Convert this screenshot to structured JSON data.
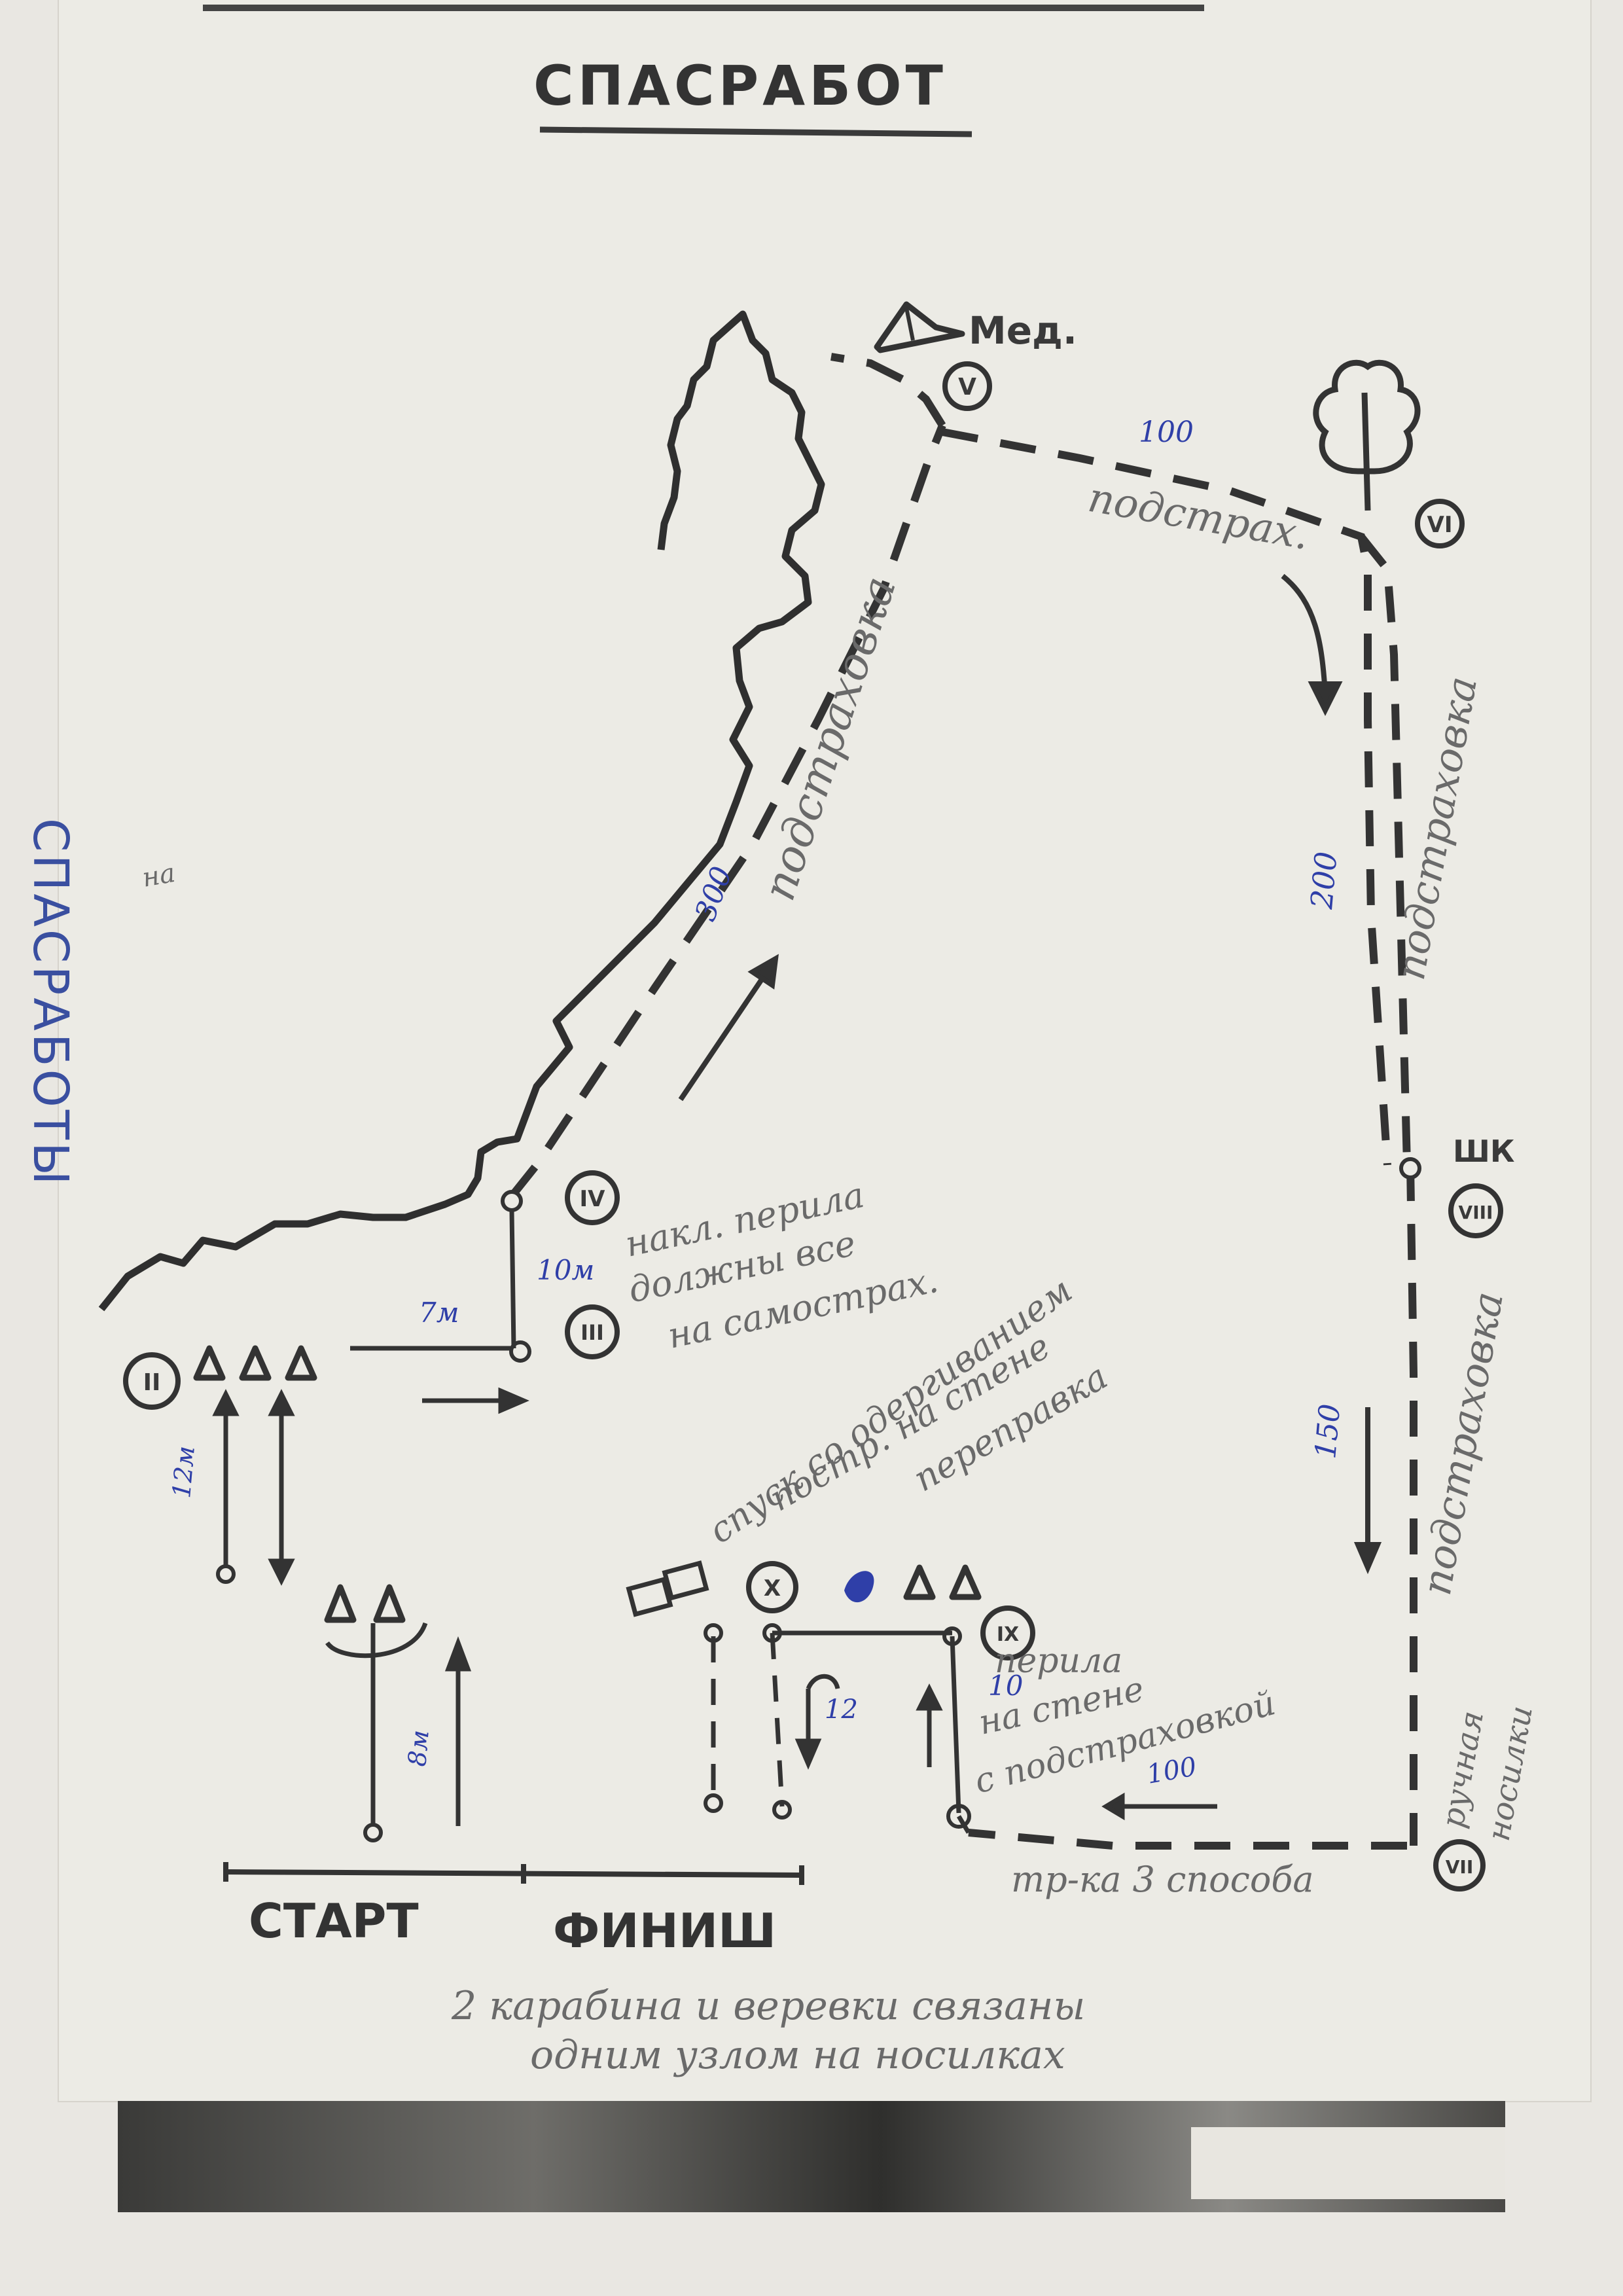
{
  "title": "СПАСРАБОТ",
  "side_label": "СПАСРАБОТЫ",
  "stations": {
    "ii": "II",
    "iii": "III",
    "iv": "IV",
    "v": "V",
    "vi": "VI",
    "vii": "VII",
    "viii": "VIII",
    "ix": "IX",
    "x": "X"
  },
  "labels": {
    "med": "Мед.",
    "start": "СТАРТ",
    "finish": "ФИНИШ",
    "shk": "ШК"
  },
  "distances": {
    "d100_top": "100",
    "d300": "300",
    "d200": "200",
    "d150": "150",
    "d7m": "7м",
    "d10m": "10м",
    "d12m": "12м",
    "d8m": "8м",
    "d12": "12",
    "d10": "10",
    "d100_bottom": "100"
  },
  "annotations": {
    "podstrakhovka_1": "подстраховка",
    "podstrakhovka_2": "подстраховка",
    "podstrakhovka_3": "подстраховка",
    "podstrakh_top": "подстрах.",
    "na": "на",
    "perila_1": "накл. перила",
    "perila_2": "должны все",
    "perila_3": "на самострах.",
    "spusk_1": "спуск со одергиванием",
    "spusk_2": "постр. на стене",
    "spusk_3": "переправка",
    "perila_ix_1": "перила",
    "perila_ix_2": "на стене",
    "perila_ix_3": "с подстраховкой",
    "tr": "тр-ка 3 способа",
    "ruchnaya": "ручная",
    "nosilki": "носилки",
    "bottom_1": "2 карабина и веревки связаны",
    "bottom_2": "одним узлом на носилках"
  }
}
